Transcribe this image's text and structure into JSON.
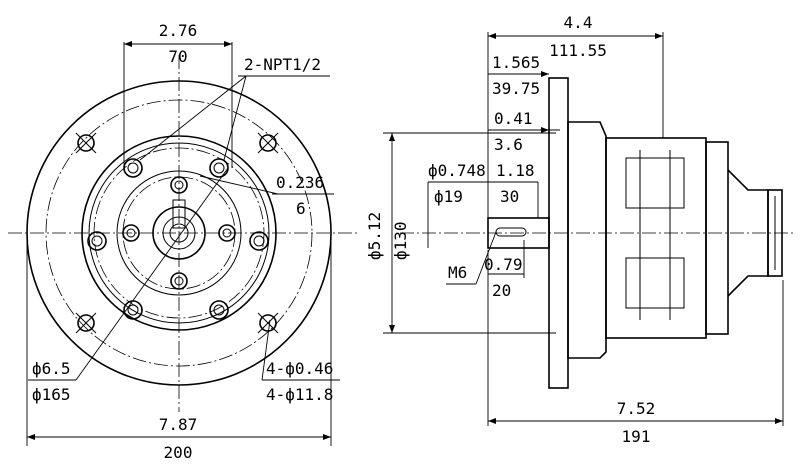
{
  "front_view": {
    "top_width_in": "2.76",
    "top_width_mm": "70",
    "ports": "2-NPT1/2",
    "right_in": "0.236",
    "right_mm": "6",
    "bore_in": "ф6.5",
    "bore_mm": "ф165",
    "holes_in": "4-ф0.46",
    "holes_mm": "4-ф11.8",
    "overall_in": "7.87",
    "overall_mm": "200"
  },
  "side_view": {
    "length_in": "4.4",
    "length_mm": "111.55",
    "flange_in": "1.565",
    "flange_mm": "39.75",
    "step_in": "0.41",
    "step_mm": "3.6",
    "shaft_dia_in": "ф0.748",
    "shaft_dia_mm": "ф19",
    "shaft_len_in": "1.18",
    "shaft_len_mm": "30",
    "pilot_in": "ф5.12",
    "pilot_mm": "ф130",
    "thread": "M6",
    "thread_in": "0.79",
    "thread_mm": "20",
    "overall_in": "7.52",
    "overall_mm": "191"
  }
}
